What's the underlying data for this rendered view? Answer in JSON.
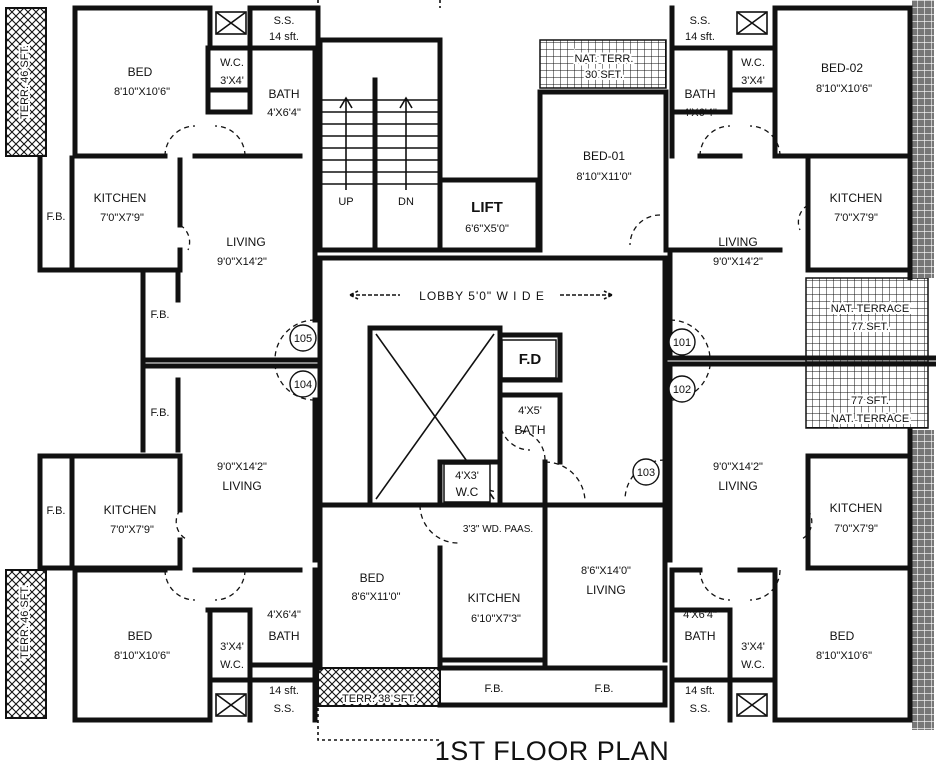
{
  "title": "1ST FLOOR PLAN",
  "lobby": "LOBBY 5'0\" W I D E",
  "stair": {
    "up": "UP",
    "dn": "DN"
  },
  "lift": {
    "name": "LIFT",
    "size": "6'6\"X5'0\""
  },
  "fd": "F.D",
  "units": {
    "u101": "101",
    "u102": "102",
    "u103": "103",
    "u104": "104",
    "u105": "105"
  },
  "rooms": {
    "tl_bed": {
      "name": "BED",
      "size": "8'10\"X10'6\""
    },
    "tl_wc": {
      "name": "W.C.",
      "size": "3'X4'"
    },
    "tl_bath": {
      "name": "BATH",
      "size": "4'X6'4\""
    },
    "tl_ss": {
      "name": "S.S.",
      "size": "14 sft."
    },
    "tl_terr": "TERR. 46 SFT.",
    "tl_kitchen": {
      "name": "KITCHEN",
      "size": "7'0\"X7'9\""
    },
    "tl_fb": "F.B.",
    "tl_living": {
      "name": "LIVING",
      "size": "9'0\"X14'2\""
    },
    "mid_fb1": "F.B.",
    "mid_fb2": "F.B.",
    "bl_living": {
      "name": "LIVING",
      "size": "9'0\"X14'2\""
    },
    "bl_kitchen": {
      "name": "KITCHEN",
      "size": "7'0\"X7'9\""
    },
    "bl_fb": "F.B.",
    "bl_bed": {
      "name": "BED",
      "size": "8'10\"X10'6\""
    },
    "bl_bath": {
      "name": "BATH",
      "size": "4'X6'4\""
    },
    "bl_wc": {
      "name": "W.C.",
      "size": "3'X4'"
    },
    "bl_ss": {
      "name": "S.S.",
      "size": "14 sft."
    },
    "bl_terr": "TERR. 46 SFT.",
    "tr_nat": {
      "line1": "NAT. TERR.",
      "line2": "30 SFT."
    },
    "tr_bed01": {
      "name": "BED-01",
      "size": "8'10\"X11'0\""
    },
    "tr_ss": {
      "name": "S.S.",
      "size": "14 sft."
    },
    "tr_bath": {
      "name": "BATH",
      "size": "4'X6'4\""
    },
    "tr_wc": {
      "name": "W.C.",
      "size": "3'X4'"
    },
    "tr_bed02": {
      "name": "BED-02",
      "size": "8'10\"X10'6\""
    },
    "tr_kitchen": {
      "name": "KITCHEN",
      "size": "7'0\"X7'9\""
    },
    "tr_living": {
      "name": "LIVING",
      "size": "9'0\"X14'2\""
    },
    "r_nat1": {
      "line1": "NAT. TERRACE",
      "line2": "77 SFT."
    },
    "r_nat2": {
      "line1": "77 SFT.",
      "line2": "NAT. TERRACE"
    },
    "br_living": {
      "name": "LIVING",
      "size": "9'0\"X14'2\""
    },
    "br_kitchen": {
      "name": "KITCHEN",
      "size": "7'0\"X7'9\""
    },
    "br_bath": {
      "name": "BATH",
      "size": "4'X6'4\""
    },
    "br_wc": {
      "name": "W.C.",
      "size": "3'X4'"
    },
    "br_bed": {
      "name": "BED",
      "size": "8'10\"X10'6\""
    },
    "br_ss": {
      "name": "S.S.",
      "size": "14 sft."
    },
    "c_bath": {
      "name": "BATH",
      "size": "4'X5'"
    },
    "c_wc": {
      "name": "W.C",
      "size": "4'X3'"
    },
    "c_passage": "3'3\" WD. PAAS.",
    "c_bed": {
      "name": "BED",
      "size": "8'6\"X11'0\""
    },
    "c_kitchen": {
      "name": "KITCHEN",
      "size": "6'10\"X7'3\""
    },
    "c_living": {
      "name": "LIVING",
      "size": "8'6\"X14'0\""
    },
    "c_terr": "TERR. 38 SFT.",
    "c_fb1": "F.B.",
    "c_fb2": "F.B."
  }
}
